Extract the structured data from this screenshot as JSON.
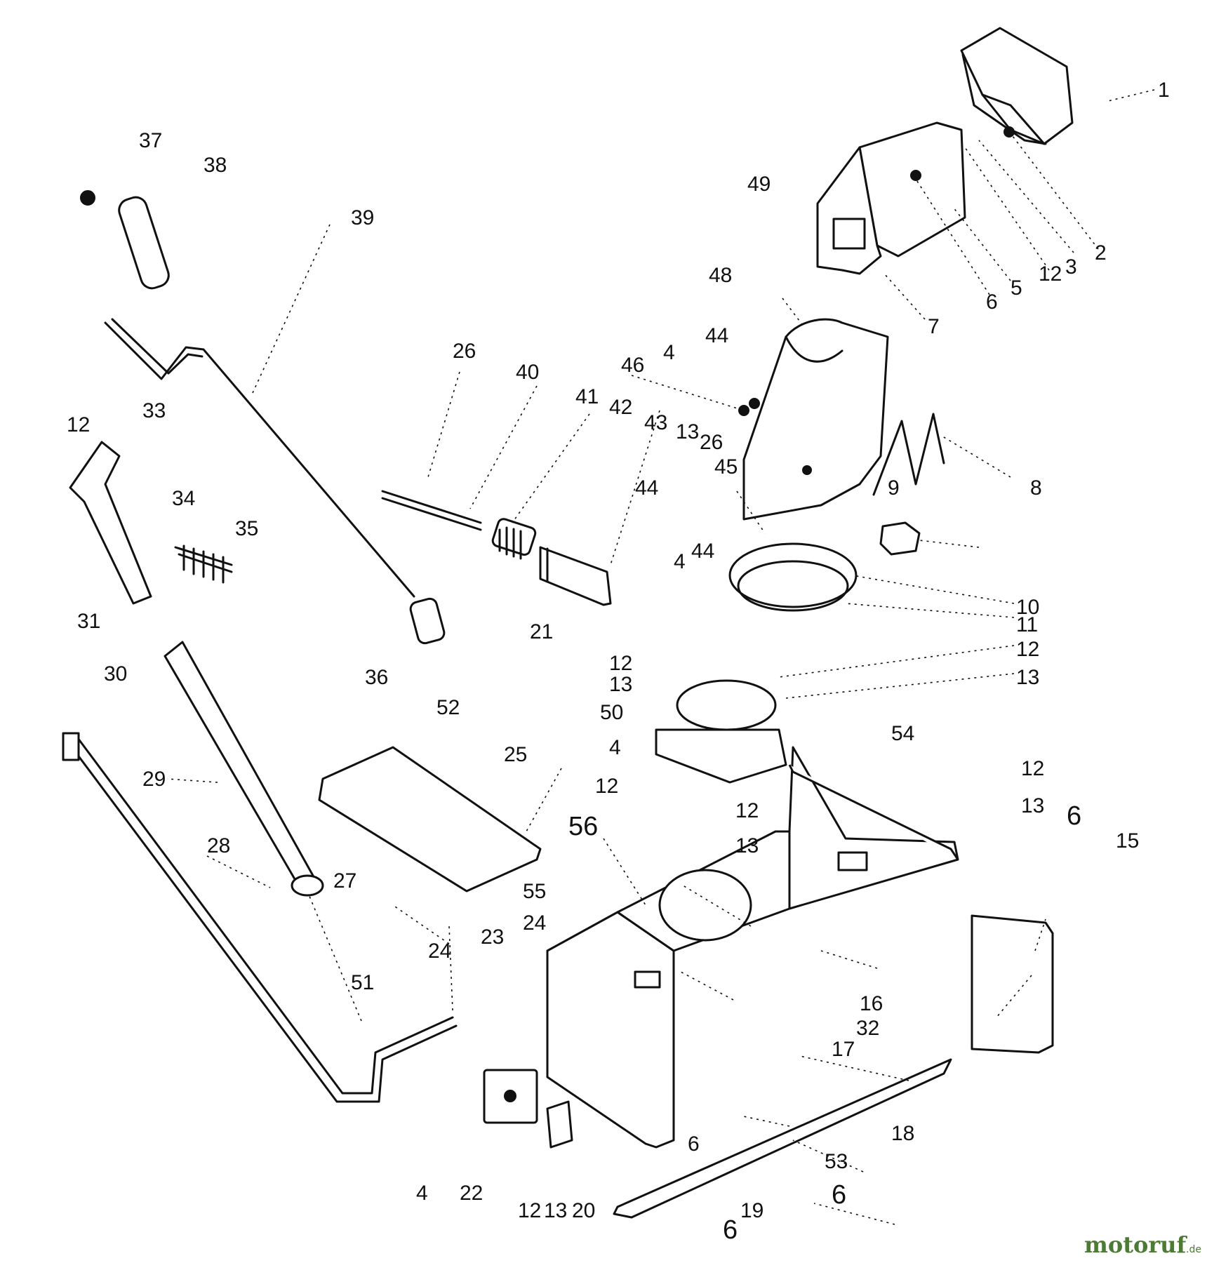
{
  "callouts": {
    "c1": "1",
    "c2": "2",
    "c3": "3",
    "c4a": "4",
    "c4b": "4",
    "c4c": "4",
    "c4d": "4",
    "c5": "5",
    "c6a": "6",
    "c6b": "6",
    "c6c": "6",
    "c6d": "6",
    "c6e": "6",
    "c7": "7",
    "c8": "8",
    "c9": "9",
    "c10": "10",
    "c11": "11",
    "c12a": "12",
    "c12b": "12",
    "c12c": "12",
    "c12d": "12",
    "c12e": "12",
    "c12f": "12",
    "c12g": "12",
    "c12h": "12",
    "c13a": "13",
    "c13b": "13",
    "c13c": "13",
    "c13d": "13",
    "c13e": "13",
    "c13f": "13",
    "c15": "15",
    "c16": "16",
    "c17": "17",
    "c18": "18",
    "c19": "19",
    "c20": "20",
    "c21": "21",
    "c22": "22",
    "c23": "23",
    "c24a": "24",
    "c24b": "24",
    "c25": "25",
    "c26a": "26",
    "c26b": "26",
    "c27": "27",
    "c28": "28",
    "c29": "29",
    "c30": "30",
    "c31": "31",
    "c32": "32",
    "c33": "33",
    "c34": "34",
    "c35": "35",
    "c36": "36",
    "c37": "37",
    "c38": "38",
    "c39": "39",
    "c40": "40",
    "c41": "41",
    "c42": "42",
    "c43": "43",
    "c44a": "44",
    "c44b": "44",
    "c44c": "44",
    "c45": "45",
    "c46": "46",
    "c48": "48",
    "c49": "49",
    "c50": "50",
    "c51": "51",
    "c52": "52",
    "c53": "53",
    "c54": "54",
    "c55": "55",
    "c56": "56"
  },
  "watermark": {
    "brand_main": "motoruf",
    "brand_suffix": ".de"
  },
  "colors": {
    "line": "#111111",
    "paper": "#ffffff",
    "brand_green": "#4d7a35",
    "brand_orange": "#e8891c"
  }
}
